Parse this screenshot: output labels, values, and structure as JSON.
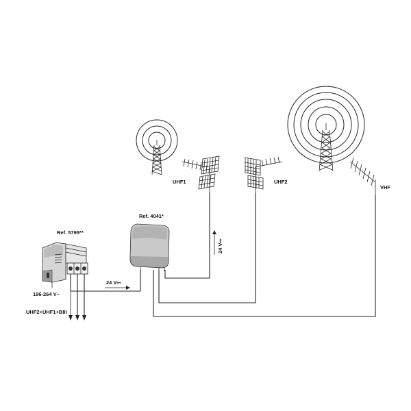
{
  "labels": {
    "ref_amp": "Ref. 5795**",
    "ref_box": "Ref. 4041*",
    "mains": "196-264 V~",
    "output": "UHF2+UHF1+BIII",
    "voltage_horizontal": "24 V⎓",
    "voltage_vertical": "24 V⎓",
    "uhf1": "UHF1",
    "uhf2": "UHF2",
    "vhf": "VHF"
  }
}
